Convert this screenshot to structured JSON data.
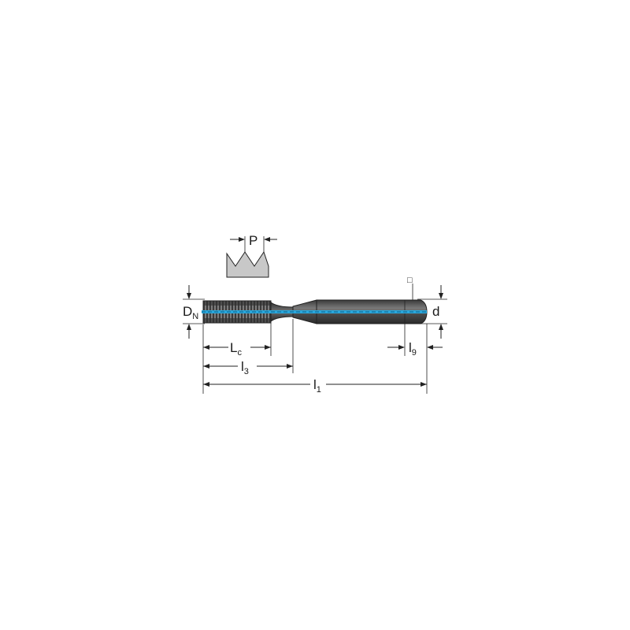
{
  "diagram": {
    "labels": {
      "pitch": "P",
      "nominal_diameter": {
        "main": "D",
        "sub": "N"
      },
      "shank_diameter": "d",
      "chamfer_length": {
        "main": "L",
        "sub": "c"
      },
      "neck_length": {
        "main": "l",
        "sub": "3"
      },
      "total_length": {
        "main": "l",
        "sub": "1"
      },
      "square_length": {
        "main": "l",
        "sub": "9"
      },
      "square_symbol": "□"
    },
    "colors": {
      "tool_body": "#4d4d4d",
      "tool_dark": "#2b2b2b",
      "tool_highlight": "#8a8a8a",
      "coolant_channel": "#2aa7dc",
      "thread_profile_fill": "#c8c8c8",
      "line": "#222222"
    }
  }
}
